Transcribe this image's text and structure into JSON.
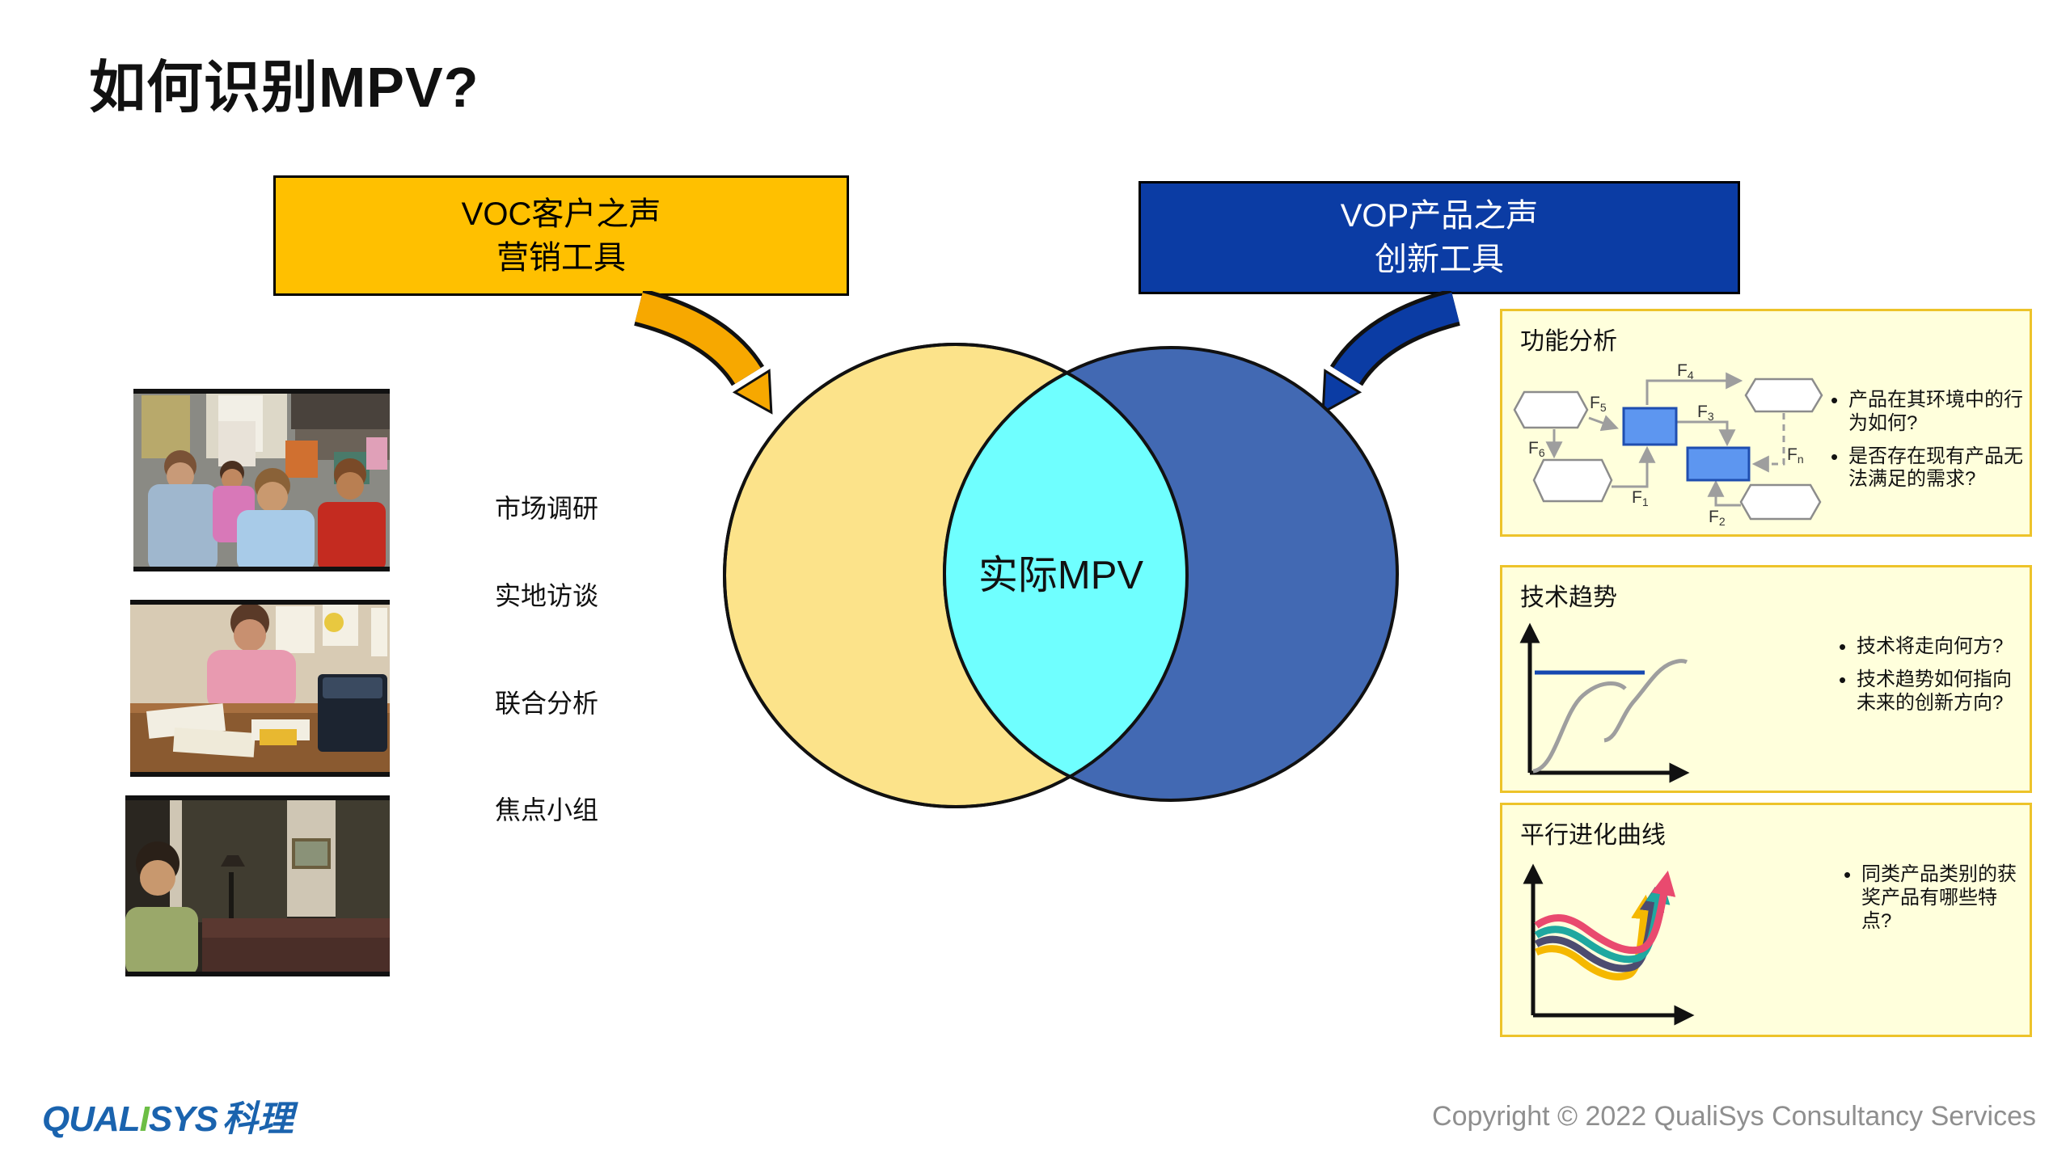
{
  "title": "如何识别MPV?",
  "voc_box": {
    "line1": "VOC客户之声",
    "line2": "营销工具"
  },
  "vop_box": {
    "line1": "VOP产品之声",
    "line2": "创新工具"
  },
  "venn": {
    "center_label": "实际MPV"
  },
  "methods": [
    "市场调研",
    "实地访谈",
    "联合分析",
    "焦点小组"
  ],
  "panels": {
    "function_analysis": {
      "title": "功能分析",
      "bullets": [
        "产品在其环境中的行为如何?",
        "是否存在现有产品无法满足的需求?"
      ],
      "f_labels": {
        "f1": {
          "base": "F",
          "sub": "1"
        },
        "f2": {
          "base": "F",
          "sub": "2"
        },
        "f3": {
          "base": "F",
          "sub": "3"
        },
        "f4": {
          "base": "F",
          "sub": "4"
        },
        "f5": {
          "base": "F",
          "sub": "5"
        },
        "f6": {
          "base": "F",
          "sub": "6"
        },
        "fn": {
          "base": "F",
          "sub": "n"
        }
      }
    },
    "tech_trends": {
      "title": "技术趋势",
      "bullets": [
        "技术将走向何方?",
        "技术趋势如何指向未来的创新方向?"
      ]
    },
    "parallel_evolution": {
      "title": "平行进化曲线",
      "bullets": [
        "同类产品类别的获奖产品有哪些特点?"
      ]
    }
  },
  "footer": {
    "logo_part1": "QUAL",
    "logo_part2": "I",
    "logo_part3": "SYS",
    "logo_part4": "科理",
    "copyright": "Copyright © 2022 QualiSys Consultancy Services"
  },
  "colors": {
    "voc_yellow": "#FFC000",
    "vop_blue": "#0B3CA4",
    "venn_yellow": "#FCE38A",
    "venn_blue": "#4269B3",
    "venn_overlap": "#6FFFFF",
    "panel_bg": "#FFFFDC",
    "panel_border": "#EDC32A",
    "function_block_blue": "#5D96F0",
    "trend_line_blue": "#1648B0",
    "curve_pink": "#E94A6F",
    "curve_teal": "#1FA8A0",
    "curve_navy": "#4C4C70",
    "curve_gold": "#F5B800",
    "logo_blue": "#1A63AE",
    "logo_green": "#6CBE45"
  }
}
